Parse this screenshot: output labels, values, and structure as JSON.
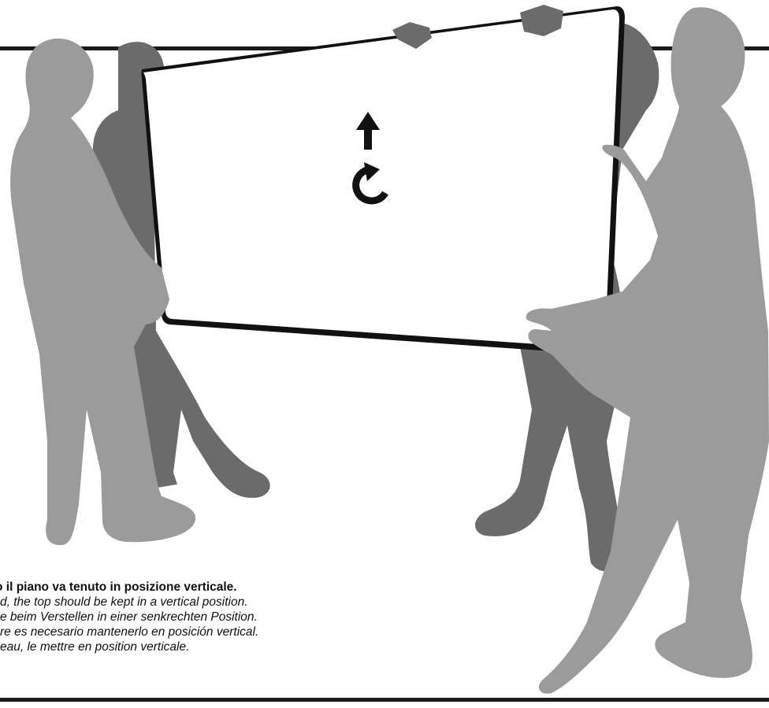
{
  "colors": {
    "person_front": "#9b9b9b",
    "person_back": "#6b6b6b",
    "panel": "#ffffff",
    "panel_edge": "#111111",
    "frame": "#1a1a1a",
    "icon": "#111111"
  },
  "icons": {
    "up": "arrow-up-icon",
    "rotate": "rotate-clockwise-icon"
  },
  "caption": {
    "line1": "o il piano va tenuto in posizione verticale.",
    "line2": "d, the top should be kept in a vertical position.",
    "line3": "e beim Verstellen in einer senkrechten Position.",
    "line4": "re es necesario mantenerlo en posición vertical.",
    "line5": "eau, le mettre en position verticale."
  }
}
